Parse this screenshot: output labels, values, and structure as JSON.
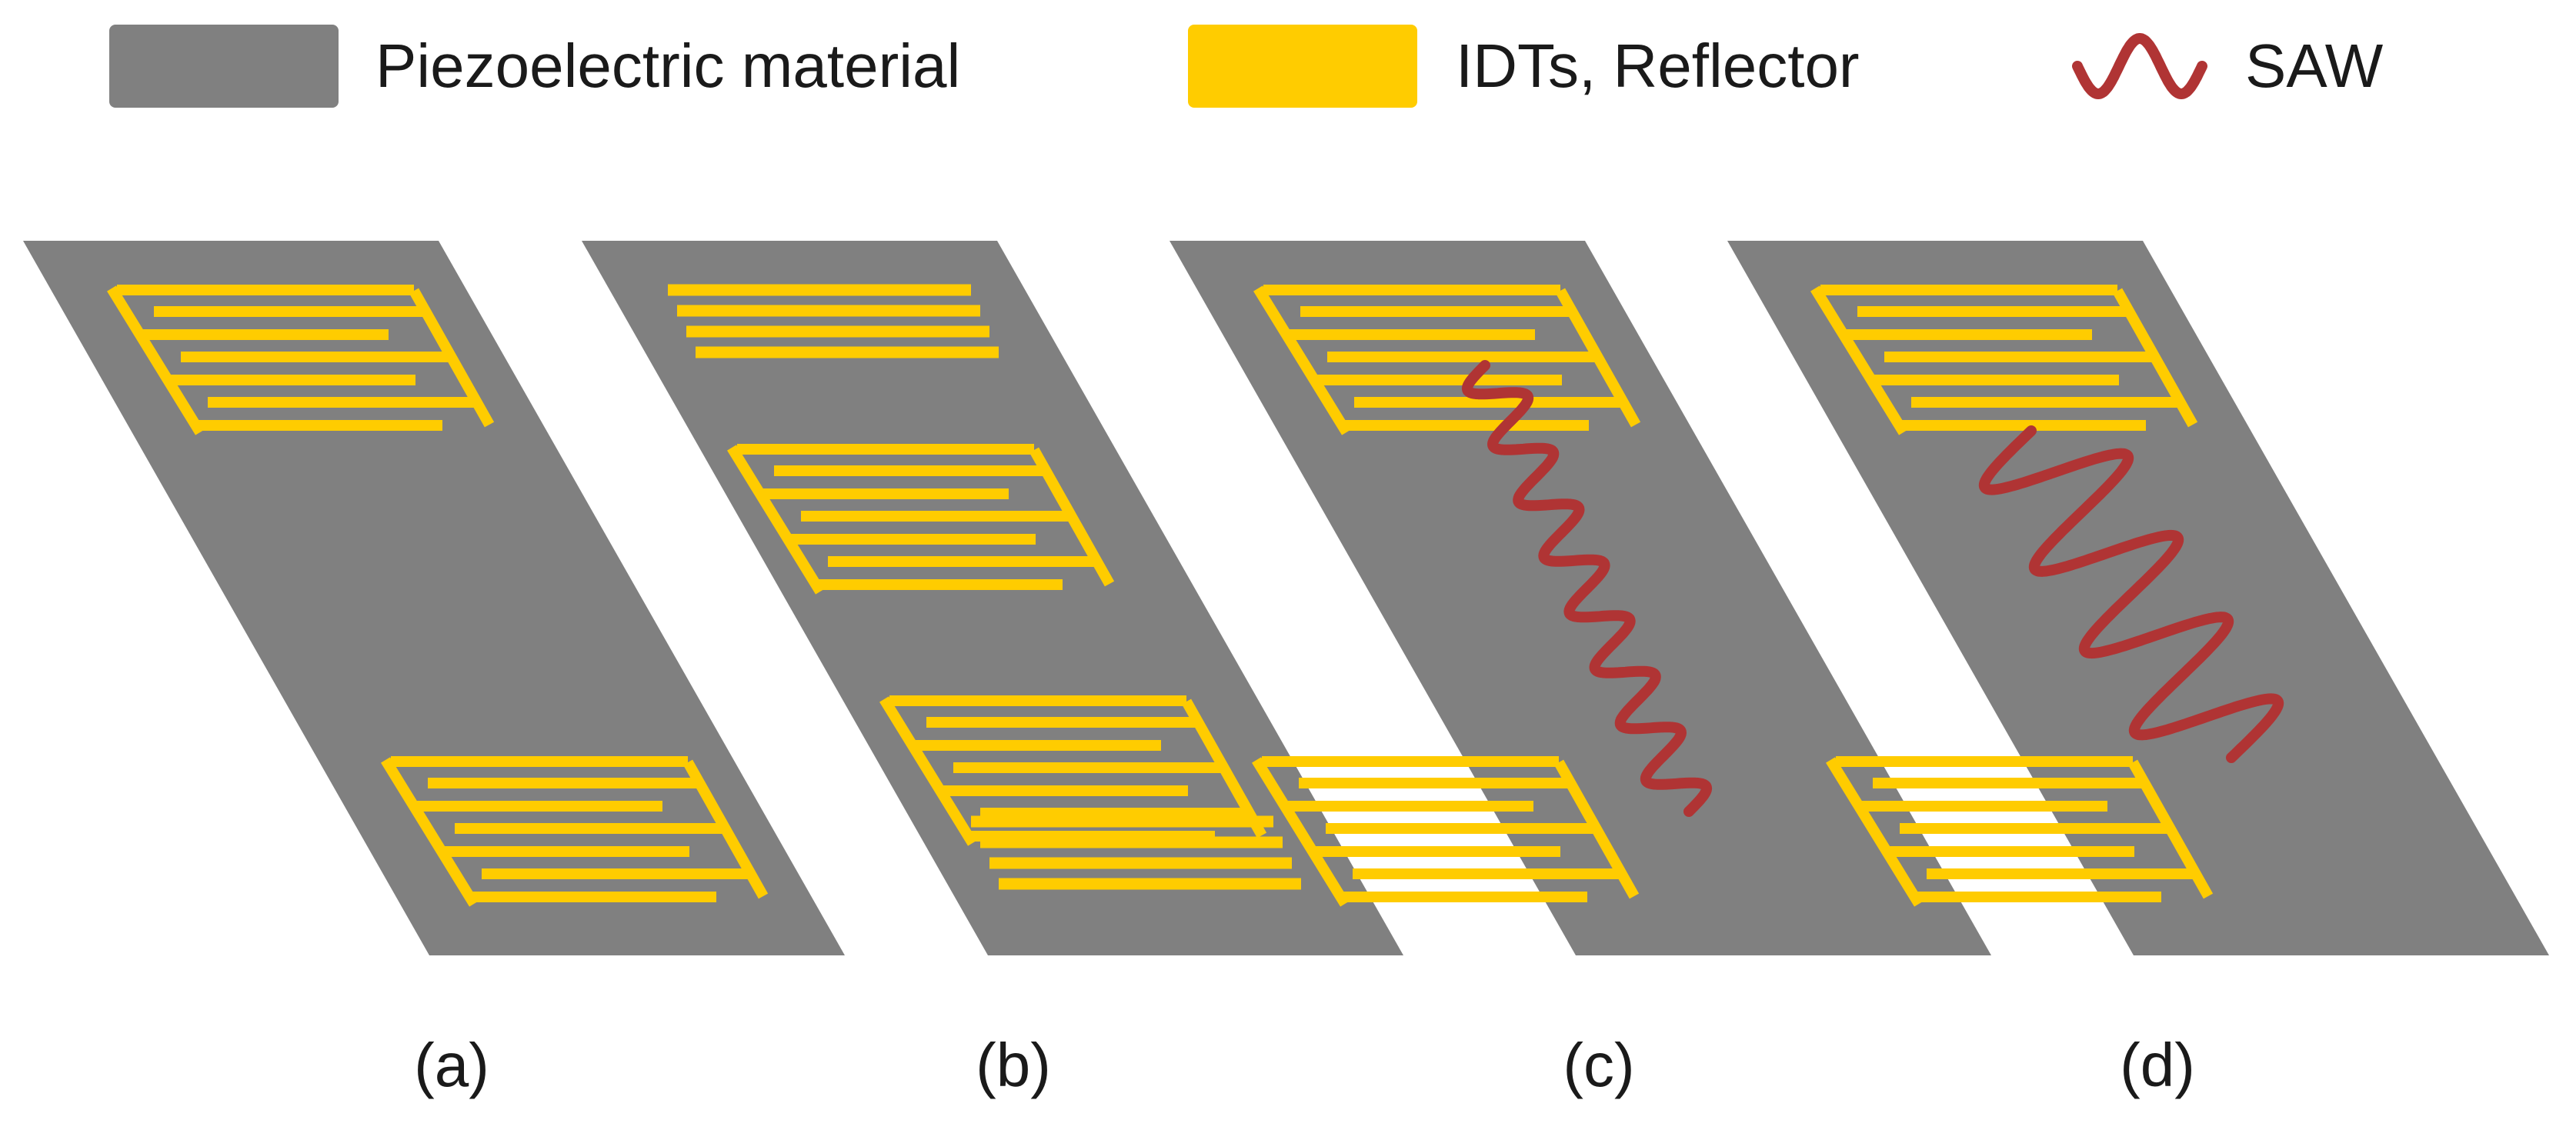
{
  "colors": {
    "substrate": "#808080",
    "electrode": "#FFCC00",
    "wave": "#B03434",
    "background": "#FFFFFF",
    "text": "#1A1A1A"
  },
  "legend": {
    "items": [
      {
        "label": "Piezoelectric material",
        "swatch": "substrate",
        "icon": "gray-rectangle-swatch"
      },
      {
        "label": "IDTs, Reflector",
        "swatch": "electrode",
        "icon": "yellow-rectangle-swatch"
      },
      {
        "label": "SAW",
        "swatch": "wave",
        "icon": "sine-wave-icon"
      }
    ]
  },
  "panels": [
    {
      "caption": "(a)",
      "top": "idt",
      "bottom": "idt",
      "wave": "none"
    },
    {
      "caption": "(b)",
      "top": "reflector+idt",
      "bottom": "idt+reflector",
      "wave": "none"
    },
    {
      "caption": "(c)",
      "top": "idt",
      "bottom": "idt",
      "wave": "short-wavelength"
    },
    {
      "caption": "(d)",
      "top": "idt",
      "bottom": "idt",
      "wave": "long-wavelength"
    }
  ]
}
